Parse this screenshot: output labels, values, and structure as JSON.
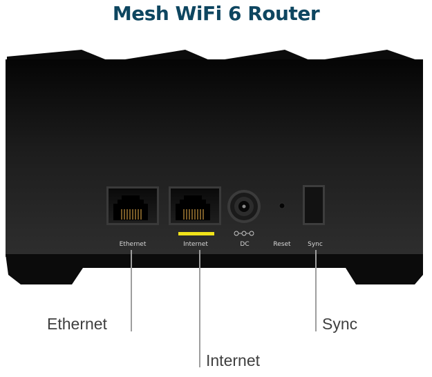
{
  "title": "Mesh WiFi 6 Router",
  "colors": {
    "title": "#0e4660",
    "router_body": "#111111",
    "internet_accent": "#f1e31a",
    "callout_text": "#3f3f3f",
    "callout_line": "#9e9e9e"
  },
  "ports": [
    {
      "label": "Ethernet",
      "icon": "rj45-port-icon"
    },
    {
      "label": "Internet",
      "icon": "rj45-port-icon"
    },
    {
      "label": "DC",
      "icon": "dc-power-jack-icon"
    },
    {
      "label": "Reset",
      "icon": "reset-pinhole-icon"
    },
    {
      "label": "Sync",
      "icon": "sync-button-icon"
    }
  ],
  "callouts": {
    "ethernet": "Ethernet",
    "internet": "Internet",
    "sync": "Sync"
  }
}
